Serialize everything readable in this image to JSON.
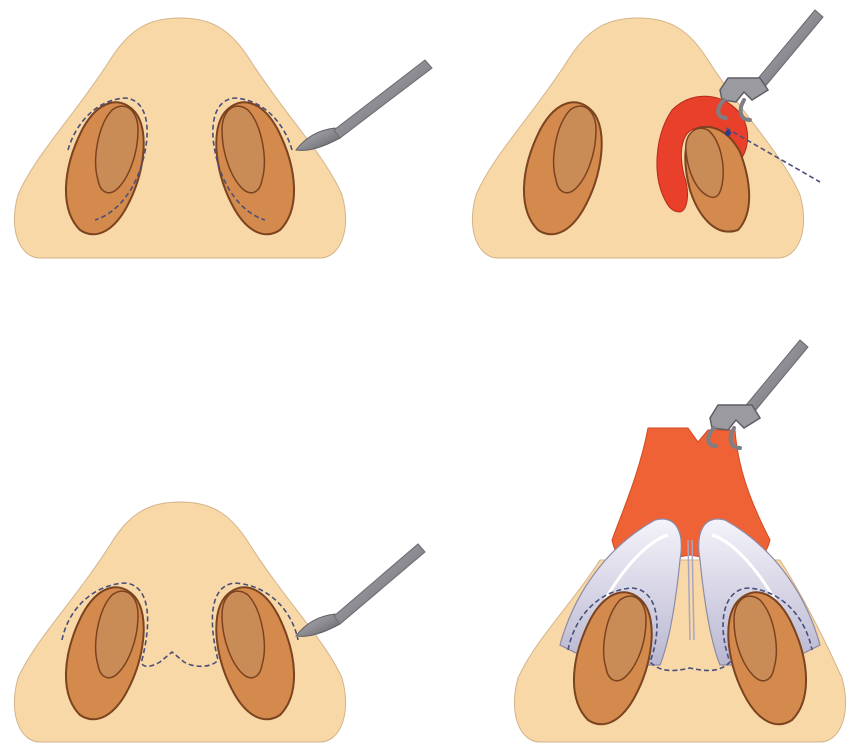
{
  "figure": {
    "panels": [
      {
        "id": "panel-1",
        "step": "marginal-incisions",
        "instrument": "scalpel"
      },
      {
        "id": "panel-2",
        "step": "cartilage-retraction",
        "instrument": "double-hook-retractor"
      },
      {
        "id": "panel-3",
        "step": "transcolumellar-incision",
        "instrument": "scalpel"
      },
      {
        "id": "panel-4",
        "step": "skin-flap-elevation",
        "instrument": "double-hook-retractor"
      }
    ],
    "colors": {
      "skin": "#f8d8a6",
      "skin_outline": "#c9a67a",
      "nostril_outer": "#d38a4c",
      "nostril_inner": "#c98c56",
      "nostril_stroke": "#7b4320",
      "incision_dash": "#4a4f7a",
      "flap_red": "#e8402a",
      "flap_orange": "#ee6236",
      "cartilage_light": "#eceaf4",
      "cartilage_mid": "#c9c7dc",
      "instrument_metal": "#8f8f95",
      "instrument_dark": "#5e5e64"
    }
  }
}
